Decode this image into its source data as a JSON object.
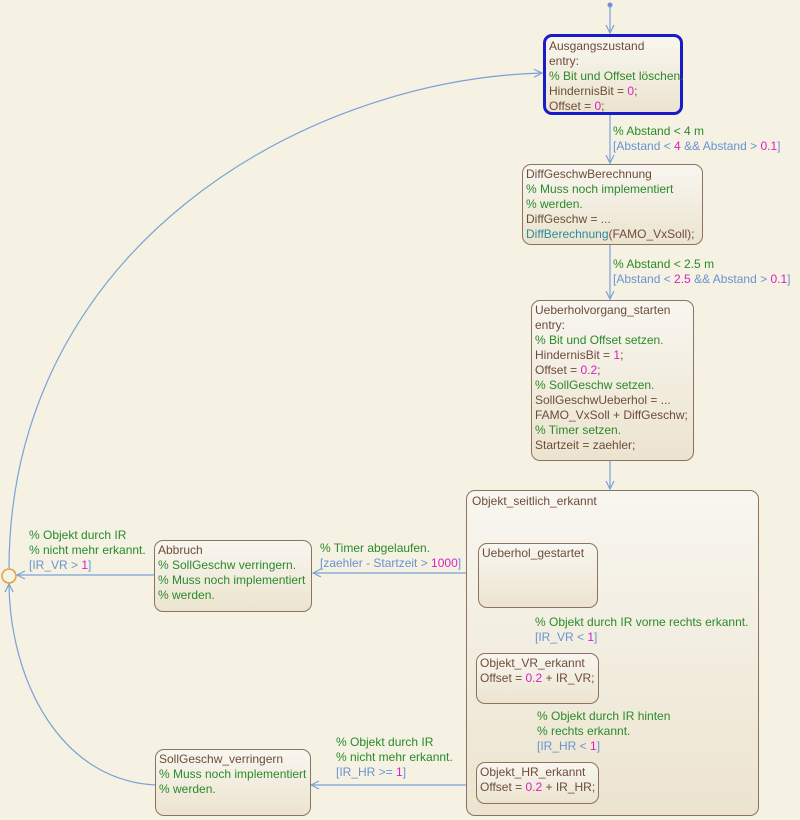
{
  "colors": {
    "wire": "#7aa2d6",
    "junction": "#e0a040",
    "active_border": "#1a1ac8"
  },
  "states": [
    {
      "id": "ausgangszustand",
      "active": true,
      "lines": [
        [
          {
            "t": "Ausgangszustand",
            "c": "name"
          }
        ],
        [
          {
            "t": "entry:",
            "c": "code"
          }
        ],
        [
          {
            "t": "% Bit und Offset löschen.",
            "c": "comment"
          }
        ],
        [
          {
            "t": "HindernisBit = ",
            "c": "code"
          },
          {
            "t": "0",
            "c": "num"
          },
          {
            "t": ";",
            "c": "code"
          }
        ],
        [
          {
            "t": "Offset = ",
            "c": "code"
          },
          {
            "t": "0",
            "c": "num"
          },
          {
            "t": ";",
            "c": "code"
          }
        ]
      ]
    },
    {
      "id": "diffgeschwberechnung",
      "lines": [
        [
          {
            "t": "DiffGeschwBerechnung",
            "c": "name"
          }
        ],
        [
          {
            "t": "% Muss noch implementiert",
            "c": "comment"
          }
        ],
        [
          {
            "t": "% werden.",
            "c": "comment"
          }
        ],
        [
          {
            "t": "DiffGeschw = ...",
            "c": "code"
          }
        ],
        [
          {
            "t": "DiffBerechnung",
            "c": "func"
          },
          {
            "t": "(FAMO_VxSoll);",
            "c": "code"
          }
        ]
      ]
    },
    {
      "id": "ueberholvorgang-starten",
      "lines": [
        [
          {
            "t": "Ueberholvorgang_starten",
            "c": "name"
          }
        ],
        [
          {
            "t": "entry:",
            "c": "code"
          }
        ],
        [
          {
            "t": "% Bit und Offset setzen.",
            "c": "comment"
          }
        ],
        [
          {
            "t": "HindernisBit = ",
            "c": "code"
          },
          {
            "t": "1",
            "c": "num"
          },
          {
            "t": ";",
            "c": "code"
          }
        ],
        [
          {
            "t": "Offset = ",
            "c": "code"
          },
          {
            "t": "0.2",
            "c": "num"
          },
          {
            "t": ";",
            "c": "code"
          }
        ],
        [
          {
            "t": "% SollGeschw setzen.",
            "c": "comment"
          }
        ],
        [
          {
            "t": "SollGeschwUeberhol = ...",
            "c": "code"
          }
        ],
        [
          {
            "t": "FAMO_VxSoll + DiffGeschw;",
            "c": "code"
          }
        ],
        [
          {
            "t": "% Timer setzen.",
            "c": "comment"
          }
        ],
        [
          {
            "t": "Startzeit = zaehler;",
            "c": "code"
          }
        ]
      ]
    },
    {
      "id": "objekt-seitlich-erkannt",
      "lines": [
        [
          {
            "t": "Objekt_seitlich_erkannt",
            "c": "name"
          }
        ]
      ]
    },
    {
      "id": "ueberhol-gestartet",
      "lines": [
        [
          {
            "t": "Ueberhol_gestartet",
            "c": "name"
          }
        ]
      ]
    },
    {
      "id": "objekt-vr-erkannt",
      "lines": [
        [
          {
            "t": "Objekt_VR_erkannt",
            "c": "name"
          }
        ],
        [
          {
            "t": "Offset = ",
            "c": "code"
          },
          {
            "t": "0.2",
            "c": "num"
          },
          {
            "t": " + IR_VR;",
            "c": "code"
          }
        ]
      ]
    },
    {
      "id": "objekt-hr-erkannt",
      "lines": [
        [
          {
            "t": "Objekt_HR_erkannt",
            "c": "name"
          }
        ],
        [
          {
            "t": "Offset = ",
            "c": "code"
          },
          {
            "t": "0.2",
            "c": "num"
          },
          {
            "t": " + IR_HR;",
            "c": "code"
          }
        ]
      ]
    },
    {
      "id": "abbruch",
      "lines": [
        [
          {
            "t": "Abbruch",
            "c": "name"
          }
        ],
        [
          {
            "t": "% SollGeschw verringern.",
            "c": "comment"
          }
        ],
        [
          {
            "t": "% Muss noch implementiert",
            "c": "comment"
          }
        ],
        [
          {
            "t": "% werden.",
            "c": "comment"
          }
        ]
      ]
    },
    {
      "id": "sollgeschw-verringern",
      "lines": [
        [
          {
            "t": "SollGeschw_verringern",
            "c": "name"
          }
        ],
        [
          {
            "t": "% Muss noch implementiert",
            "c": "comment"
          }
        ],
        [
          {
            "t": "% werden.",
            "c": "comment"
          }
        ]
      ]
    }
  ],
  "transitions": [
    {
      "id": "abstand-4",
      "lines": [
        [
          {
            "t": "% Abstand < 4 m",
            "c": "comment"
          }
        ],
        [
          {
            "t": "[Abstand < ",
            "c": "guard"
          },
          {
            "t": "4",
            "c": "num"
          },
          {
            "t": " && Abstand > ",
            "c": "guard"
          },
          {
            "t": "0.1",
            "c": "num"
          },
          {
            "t": "]",
            "c": "guard"
          }
        ]
      ]
    },
    {
      "id": "abstand-2-5",
      "lines": [
        [
          {
            "t": "% Abstand < 2.5 m",
            "c": "comment"
          }
        ],
        [
          {
            "t": "[Abstand < ",
            "c": "guard"
          },
          {
            "t": "2.5",
            "c": "num"
          },
          {
            "t": " && Abstand > ",
            "c": "guard"
          },
          {
            "t": "0.1",
            "c": "num"
          },
          {
            "t": "]",
            "c": "guard"
          }
        ]
      ]
    },
    {
      "id": "timer-abgelaufen",
      "lines": [
        [
          {
            "t": "% Timer abgelaufen.",
            "c": "comment"
          }
        ],
        [
          {
            "t": "[zaehler - Startzeit > ",
            "c": "guard"
          },
          {
            "t": "1000",
            "c": "num"
          },
          {
            "t": "]",
            "c": "guard"
          }
        ]
      ]
    },
    {
      "id": "ir-vr-erkannt",
      "lines": [
        [
          {
            "t": "% Objekt durch IR vorne rechts erkannt.",
            "c": "comment"
          }
        ],
        [
          {
            "t": "[IR_VR < ",
            "c": "guard"
          },
          {
            "t": "1",
            "c": "num"
          },
          {
            "t": "]",
            "c": "guard"
          }
        ]
      ]
    },
    {
      "id": "ir-hr-erkannt",
      "lines": [
        [
          {
            "t": "% Objekt durch IR hinten",
            "c": "comment"
          }
        ],
        [
          {
            "t": "% rechts erkannt.",
            "c": "comment"
          }
        ],
        [
          {
            "t": "[IR_HR < ",
            "c": "guard"
          },
          {
            "t": "1",
            "c": "num"
          },
          {
            "t": "]",
            "c": "guard"
          }
        ]
      ]
    },
    {
      "id": "ir-hr-nicht-erkannt",
      "lines": [
        [
          {
            "t": "% Objekt durch IR",
            "c": "comment"
          }
        ],
        [
          {
            "t": "% nicht mehr erkannt.",
            "c": "comment"
          }
        ],
        [
          {
            "t": "[IR_HR >= ",
            "c": "guard"
          },
          {
            "t": "1",
            "c": "num"
          },
          {
            "t": "]",
            "c": "guard"
          }
        ]
      ]
    },
    {
      "id": "ir-vr-nicht-erkannt",
      "lines": [
        [
          {
            "t": "% Objekt durch IR",
            "c": "comment"
          }
        ],
        [
          {
            "t": "% nicht mehr erkannt.",
            "c": "comment"
          }
        ],
        [
          {
            "t": "[IR_VR > ",
            "c": "guard"
          },
          {
            "t": "1",
            "c": "num"
          },
          {
            "t": "]",
            "c": "guard"
          }
        ]
      ]
    }
  ]
}
